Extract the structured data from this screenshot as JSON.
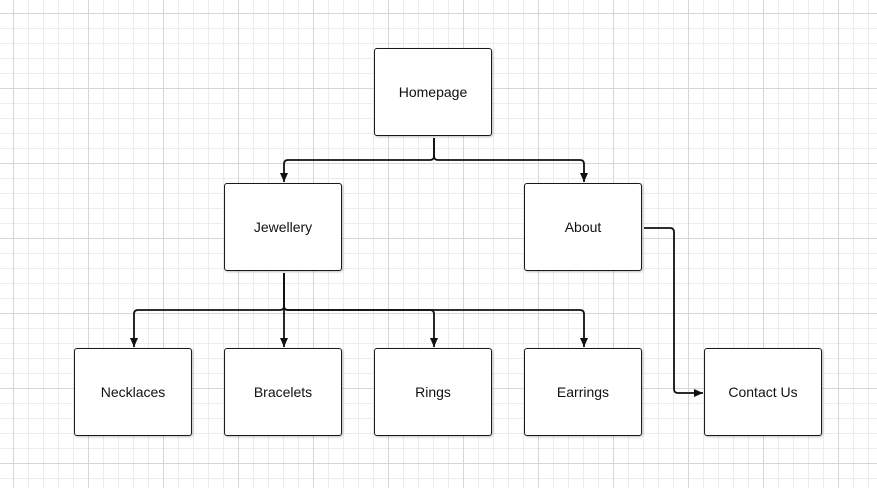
{
  "diagram": {
    "nodes": [
      {
        "id": "homepage",
        "label": "Homepage"
      },
      {
        "id": "jewellery",
        "label": "Jewellery"
      },
      {
        "id": "about",
        "label": "About"
      },
      {
        "id": "necklaces",
        "label": "Necklaces"
      },
      {
        "id": "bracelets",
        "label": "Bracelets"
      },
      {
        "id": "rings",
        "label": "Rings"
      },
      {
        "id": "earrings",
        "label": "Earrings"
      },
      {
        "id": "contact",
        "label": "Contact Us"
      }
    ],
    "edges": [
      {
        "from": "homepage",
        "to": "jewellery"
      },
      {
        "from": "homepage",
        "to": "about"
      },
      {
        "from": "jewellery",
        "to": "necklaces"
      },
      {
        "from": "jewellery",
        "to": "bracelets"
      },
      {
        "from": "jewellery",
        "to": "rings"
      },
      {
        "from": "jewellery",
        "to": "earrings"
      },
      {
        "from": "about",
        "to": "contact"
      }
    ],
    "colors": {
      "line": "#111111",
      "node_border": "#1a1a1a",
      "node_fill": "#ffffff",
      "grid_major": "#d6d6d6",
      "grid_minor": "#ececec"
    }
  }
}
